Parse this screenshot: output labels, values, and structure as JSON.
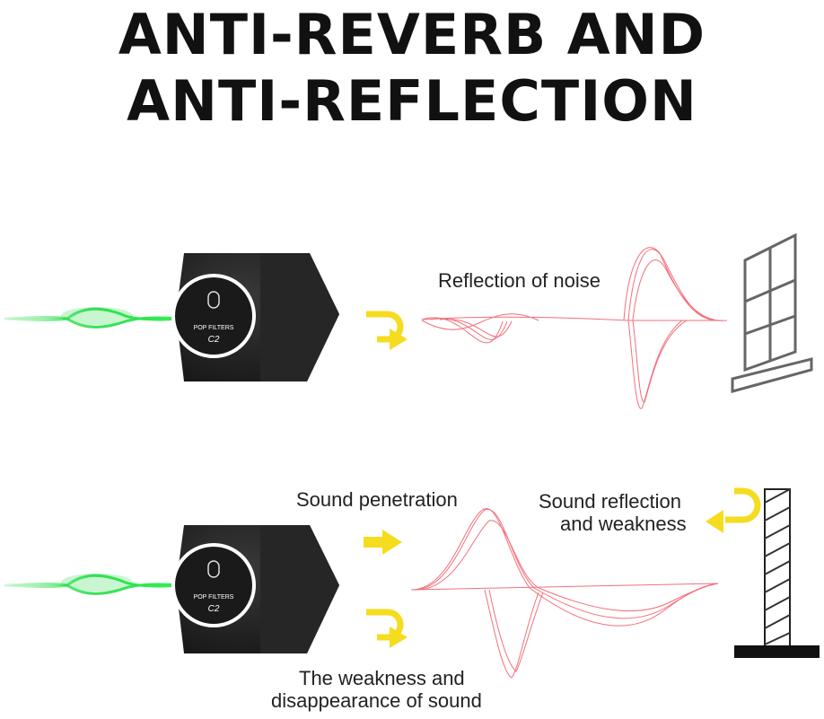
{
  "heading": {
    "line1": "ANTI-REVERB AND",
    "line2": "ANTI-REFLECTION"
  },
  "panel_top": {
    "device_brand": "POP FILTERS",
    "device_model": "C2",
    "reflection_label": "Reflection of noise"
  },
  "panel_bottom": {
    "device_brand": "POP FILTERS",
    "device_model": "C2",
    "penetration_label": "Sound penetration",
    "reflection_label_line1": "Sound reflection",
    "reflection_label_line2": "and weakness",
    "weakness_label_line1": "The weakness and",
    "weakness_label_line2": "disappearance of sound"
  },
  "colors": {
    "green_wave": "#22dd44",
    "red_wave": "#ee3344",
    "arrow_yellow": "#f5dc1e",
    "foam": "#1c1c1c"
  }
}
